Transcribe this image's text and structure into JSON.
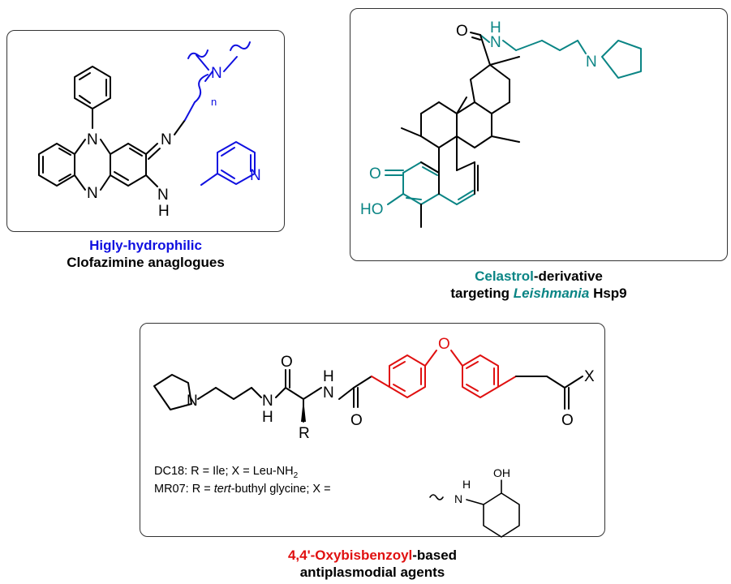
{
  "panels": {
    "clofazimine": {
      "caption_highlight": "Higly-hydrophilic",
      "caption_rest": "Clofazimine anaglogues",
      "atoms": {
        "n1": "N",
        "n2": "N",
        "n3": "N",
        "n4": "N",
        "nh": "H",
        "nh_n": "N",
        "pyr_n": "N",
        "sub_n": "n"
      }
    },
    "celastrol": {
      "caption_highlight": "Celastrol",
      "caption_rest": "-derivative",
      "caption_line2_pre": "targeting ",
      "caption_line2_italic": "Leishmania",
      "caption_line2_post": " Hsp9",
      "atoms": {
        "o1": "O",
        "n1": "H",
        "n1b": "N",
        "n2": "N",
        "o2": "O",
        "ho": "HO"
      }
    },
    "oxybis": {
      "caption_highlight": "4,4'-Oxybisbenzoyl",
      "caption_rest": "-based",
      "caption_line2": "antiplasmodial agents",
      "atoms": {
        "pyrr_n": "N",
        "o_top": "O",
        "nh1_n": "N",
        "nh1_h": "H",
        "nh2_h": "H",
        "nh2_n": "N",
        "r": "R",
        "o_bot": "O",
        "o_bridge": "O",
        "o_end": "O",
        "x": "X"
      },
      "note_dc18_a": "DC18: R = Ile; X = Leu-NH",
      "note_dc18_sub": "2",
      "note_mr07_a": "MR07: R = ",
      "note_mr07_it": "tert",
      "note_mr07_b": "-buthyl glycine; X = ",
      "mr07_atoms": {
        "nh_h": "H",
        "nh_n": "N",
        "oh": "OH"
      }
    }
  },
  "colors": {
    "blue": "#1010e0",
    "teal": "#0b8585",
    "red": "#e01010",
    "black": "#000000"
  }
}
